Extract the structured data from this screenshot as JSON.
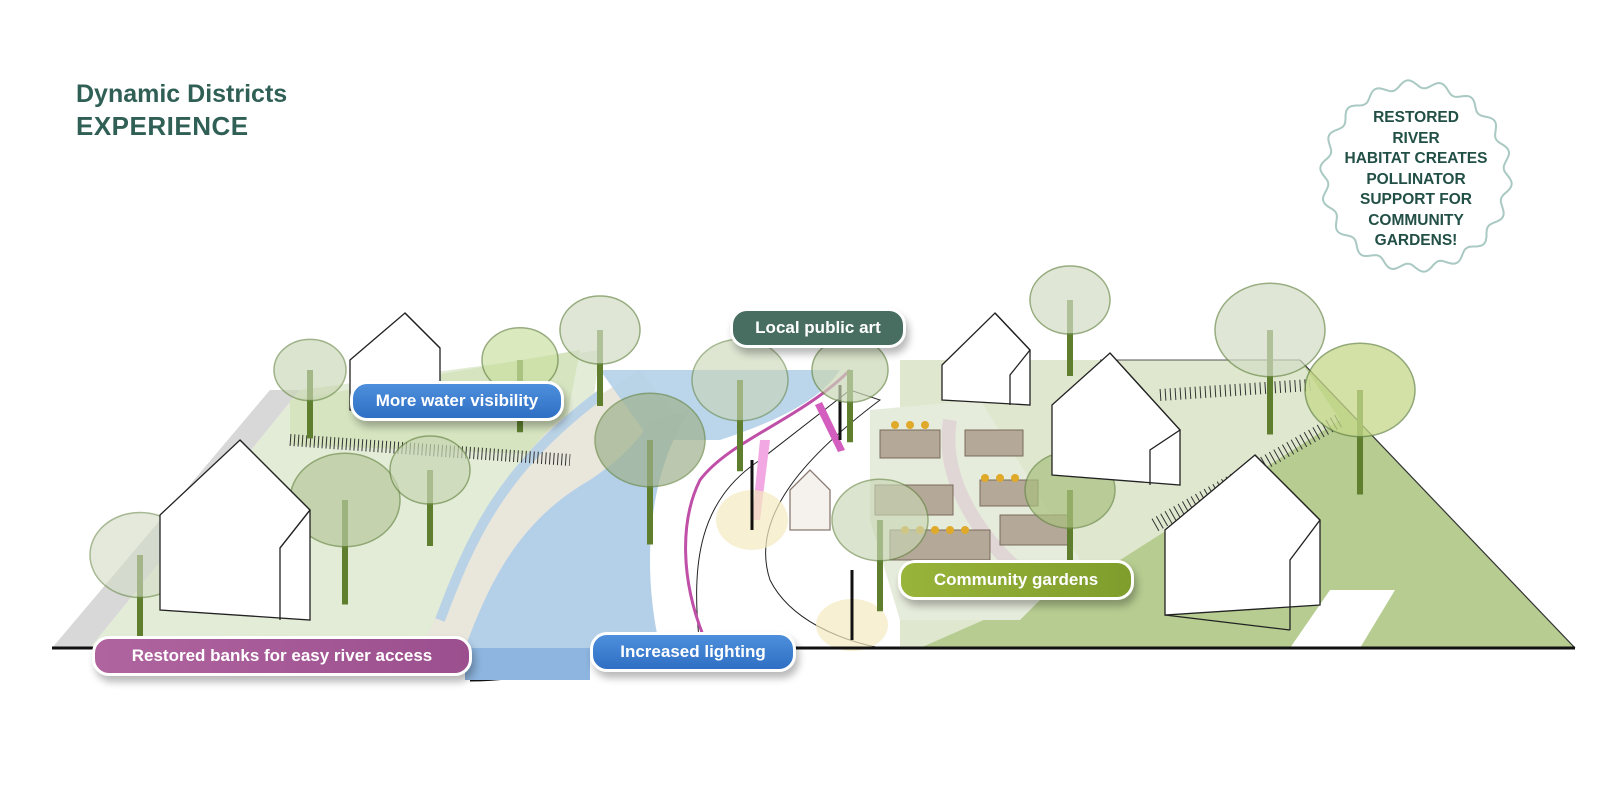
{
  "header": {
    "title_line1": "Dynamic Districts",
    "title_line2": "EXPERIENCE"
  },
  "badge": {
    "lines": [
      "RESTORED",
      "RIVER",
      "HABITAT CREATES",
      "POLLINATOR",
      "SUPPORT FOR",
      "COMMUNITY",
      "GARDENS!"
    ]
  },
  "callouts": {
    "water_visibility": "More water visibility",
    "public_art": "Local public art",
    "restored_banks": "Restored banks for easy river access",
    "lighting": "Increased lighting",
    "gardens": "Community gardens"
  },
  "colors": {
    "title": "#2f5f55",
    "badge_text": "#224f46",
    "badge_border": "#a9c9c2",
    "water_blue": "#3a7bd0",
    "art_green": "#476e61",
    "banks_purple": "#a65a96",
    "garden_green": "#8aa832",
    "river": "#b4d0e8",
    "lawn_light": "#e3ecd6",
    "lawn_mid": "#b6cc90",
    "tree_fill": "#c9d6b5",
    "tree_stroke": "#6c8a4a",
    "trunk": "#4f6e1f",
    "path_pink": "#c04fa8"
  }
}
